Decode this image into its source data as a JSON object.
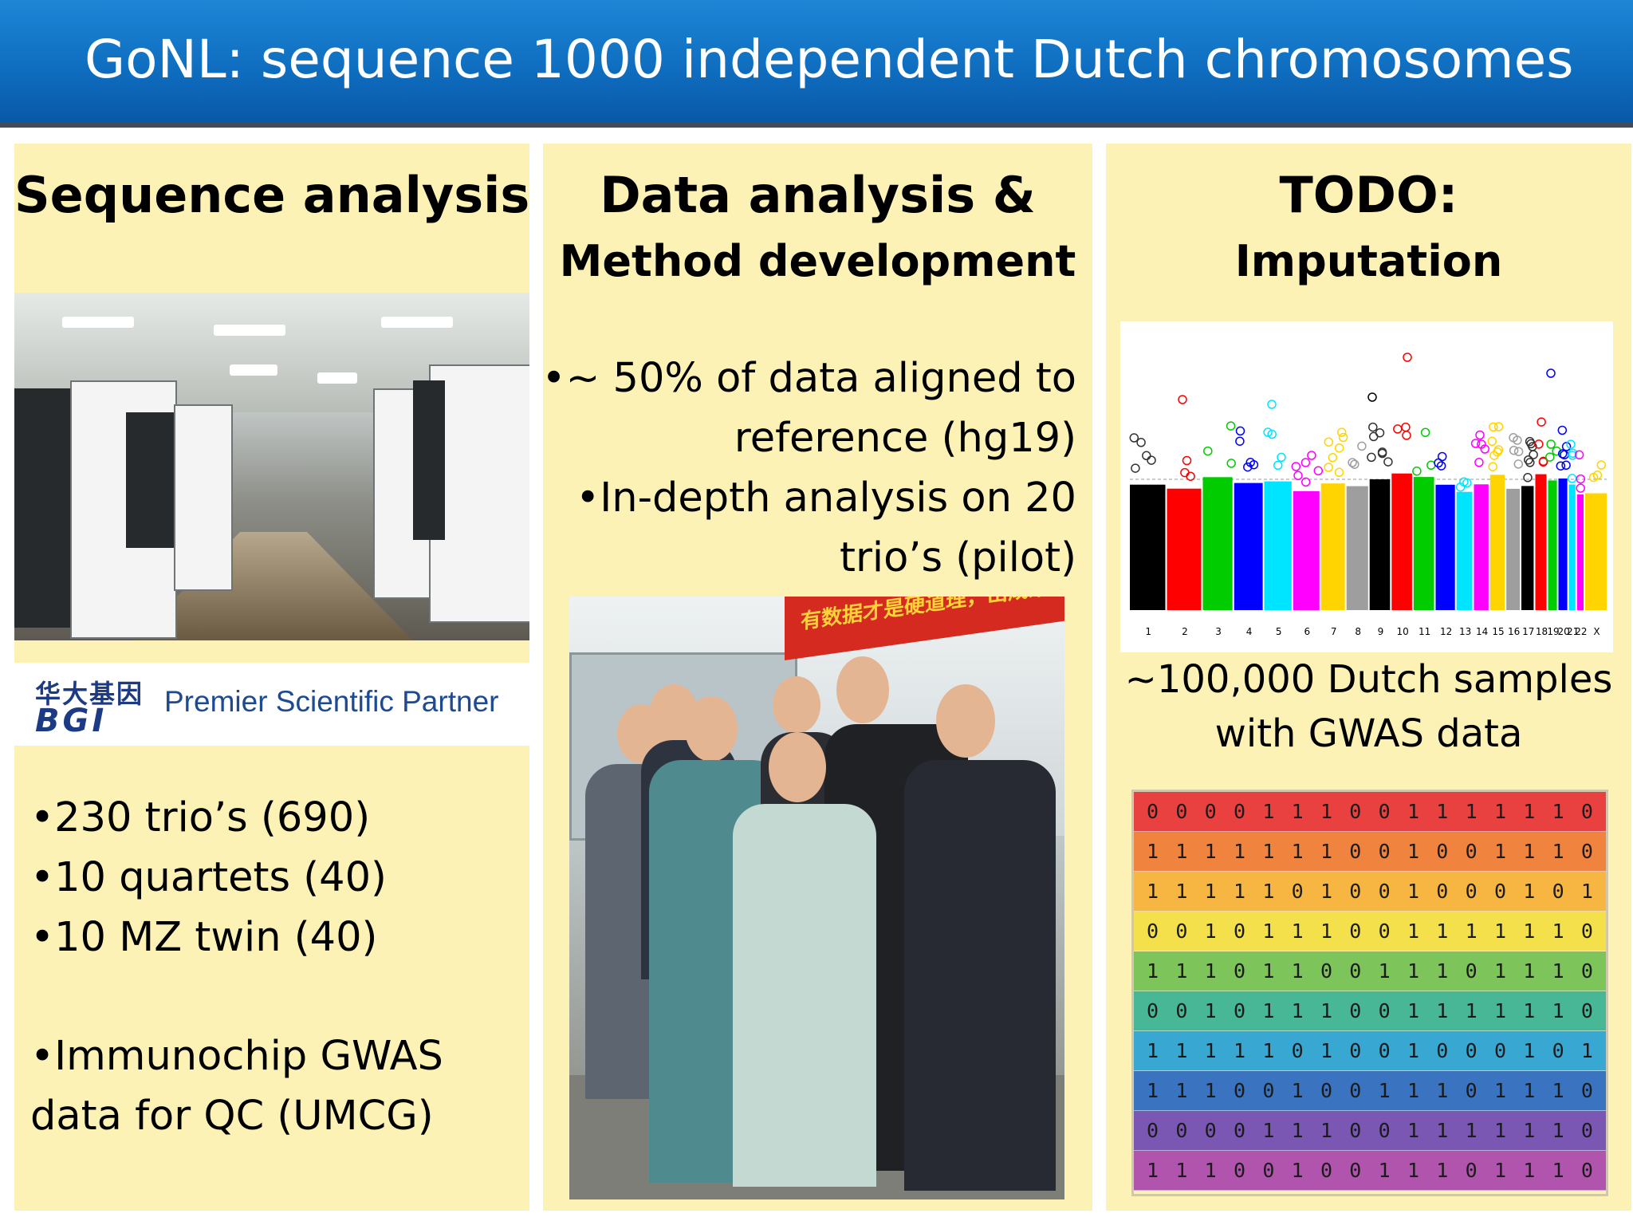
{
  "header": {
    "title": "GoNL: sequence 1000 independent Dutch chromosomes"
  },
  "left": {
    "heading": "Sequence analysis",
    "bgi_chinese": "华大基因",
    "bgi_logo": "BGI",
    "bgi_partner": "Premier Scientific Partner",
    "bullets": [
      "•230 trio’s (690)",
      "•10 quartets (40)",
      "•10 MZ twin (40)"
    ],
    "gwas_lines": [
      "•Immunochip GWAS",
      "data for QC (UMCG)"
    ]
  },
  "middle": {
    "heading_line1": "Data analysis &",
    "heading_line2": "Method development",
    "bullets": [
      "•~ 50% of data aligned to",
      "reference (hg19)",
      "•In-depth analysis on 20",
      "trio’s (pilot)"
    ],
    "banner_text": "有数据才是硬道理，出成果才能"
  },
  "right": {
    "heading_line1": "TODO:",
    "heading_line2": "Imputation",
    "caption_line1": "~100,000 Dutch samples",
    "caption_line2": "with GWAS data",
    "chart_data": {
      "type": "scatter",
      "x_ticks": [
        "1",
        "2",
        "3",
        "4",
        "5",
        "6",
        "7",
        "8",
        "9",
        "10",
        "11",
        "12",
        "13",
        "14",
        "15",
        "16",
        "17",
        "18",
        "19",
        "20",
        "21",
        "22",
        "X"
      ],
      "series_colors": [
        "#000000",
        "#ff0000",
        "#00cc00",
        "#0000ff",
        "#00e5ff",
        "#ff00ff",
        "#ffd400",
        "#9e9e9e",
        "#000000",
        "#ff0000",
        "#00cc00",
        "#0000ff",
        "#00e5ff",
        "#ff00ff",
        "#ffd400",
        "#9e9e9e",
        "#000000",
        "#ff0000",
        "#00cc00",
        "#0000ff",
        "#00e5ff",
        "#ff00ff",
        "#ffd400"
      ]
    },
    "genotype_rows": [
      {
        "bits": "0 0 0 0 1 1 1 0 0 1 1 1 1 1 1 0",
        "color": "#e8413f"
      },
      {
        "bits": "1 1 1 1 1 1 1 0 0 1 0 0 1 1 1 0",
        "color": "#f0833d"
      },
      {
        "bits": "1 1 1 1 1 0 1 0 0 1 0 0 0 1 0 1",
        "color": "#f7b642"
      },
      {
        "bits": "0 0 1 0 1 1 1 0 0 1 1 1 1 1 1 0",
        "color": "#f3e04a"
      },
      {
        "bits": "1 1 1 0 1 1 0 0 1 1 1 0 1 1 1 0",
        "color": "#7dc45a"
      },
      {
        "bits": "0 0 1 0 1 1 1 0 0 1 1 1 1 1 1 0",
        "color": "#47b795"
      },
      {
        "bits": "1 1 1 1 1 0 1 0 0 1 0 0 0 1 0 1",
        "color": "#38a7d1"
      },
      {
        "bits": "1 1 1 0 0 1 0 0 1 1 1 0 1 1 1 0",
        "color": "#3a73c0"
      },
      {
        "bits": "0 0 0 0 1 1 1 0 0 1 1 1 1 1 1 0",
        "color": "#7a57b3"
      },
      {
        "bits": "1 1 1 0 0 1 0 0 1 1 1 0 1 1 1 0",
        "color": "#b054ad"
      }
    ]
  }
}
